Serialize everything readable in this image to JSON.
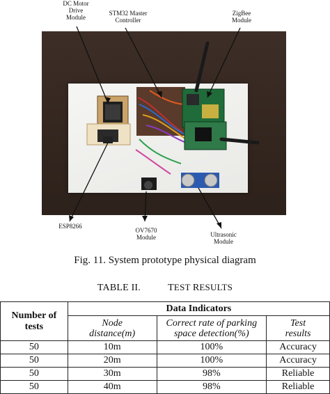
{
  "figure": {
    "labels": {
      "dc_motor": "DC Motor\nDrive\nModule",
      "stm32": "STM32 Master\nController",
      "zigbee": "ZigBee\nModule",
      "esp8266": "ESP8266",
      "ov7670": "OV7670\nModule",
      "ultrasonic": "Ultrasonic\nModule"
    },
    "caption": "Fig. 11. System prototype physical diagram"
  },
  "table": {
    "number": "TABLE II.",
    "title_first": "T",
    "title_rest1": "EST ",
    "title_r": "R",
    "title_rest2": "ESULTS",
    "header_group": "Data Indicators",
    "col_tests": "Number of\ntests",
    "col_node": "Node\ndistance(m)",
    "col_rate": "Correct rate of parking\nspace detection(%)",
    "col_result": "Test\nresults",
    "rows": [
      [
        "50",
        "10m",
        "100%",
        "Accuracy"
      ],
      [
        "50",
        "20m",
        "100%",
        "Accuracy"
      ],
      [
        "50",
        "30m",
        "98%",
        "Reliable"
      ],
      [
        "50",
        "40m",
        "98%",
        "Reliable"
      ]
    ]
  }
}
